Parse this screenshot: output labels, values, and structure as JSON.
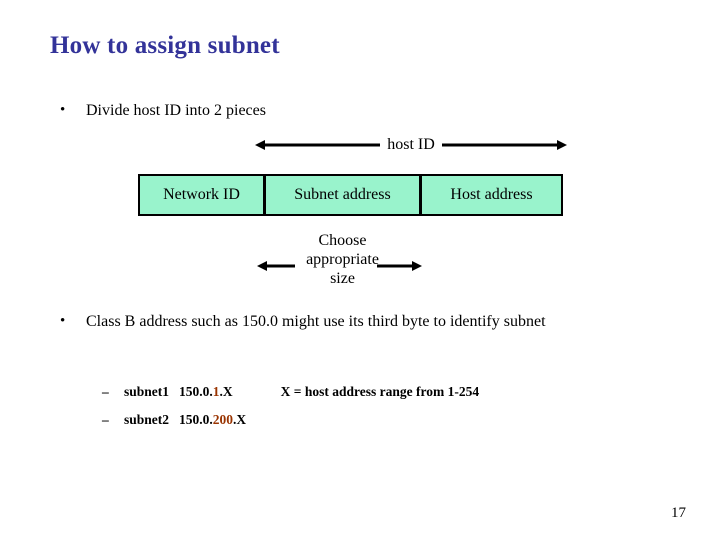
{
  "slide": {
    "title": "How to assign subnet",
    "page_number": "17",
    "title_color": "#333399",
    "accent_color": "#993300",
    "cell_fill_color": "#99F3CC"
  },
  "bullets": [
    {
      "mark": "•",
      "text": "Divide host ID into 2 pieces"
    },
    {
      "mark": "•",
      "text": "Class B address such as 150.0 might use its third byte to identify subnet"
    }
  ],
  "diagram": {
    "span_label": "host ID",
    "arrow_left_icon": "arrow-left-icon",
    "arrow_right_icon": "arrow-right-icon",
    "table": {
      "cells": [
        {
          "label": "Network ID"
        },
        {
          "label": "Subnet address"
        },
        {
          "label": "Host address"
        }
      ]
    },
    "choose": {
      "line1": "Choose",
      "line2": "appropriate",
      "line3": "size"
    }
  },
  "sub_bullets": [
    {
      "mark": "–",
      "name": "subnet1",
      "prefix": "150.0.",
      "accent": "1",
      "suffix": ".X",
      "note": "X = host address range from 1-254"
    },
    {
      "mark": "–",
      "name": "subnet2",
      "prefix": "150.0.",
      "accent": "200",
      "suffix": ".X",
      "note": ""
    }
  ]
}
